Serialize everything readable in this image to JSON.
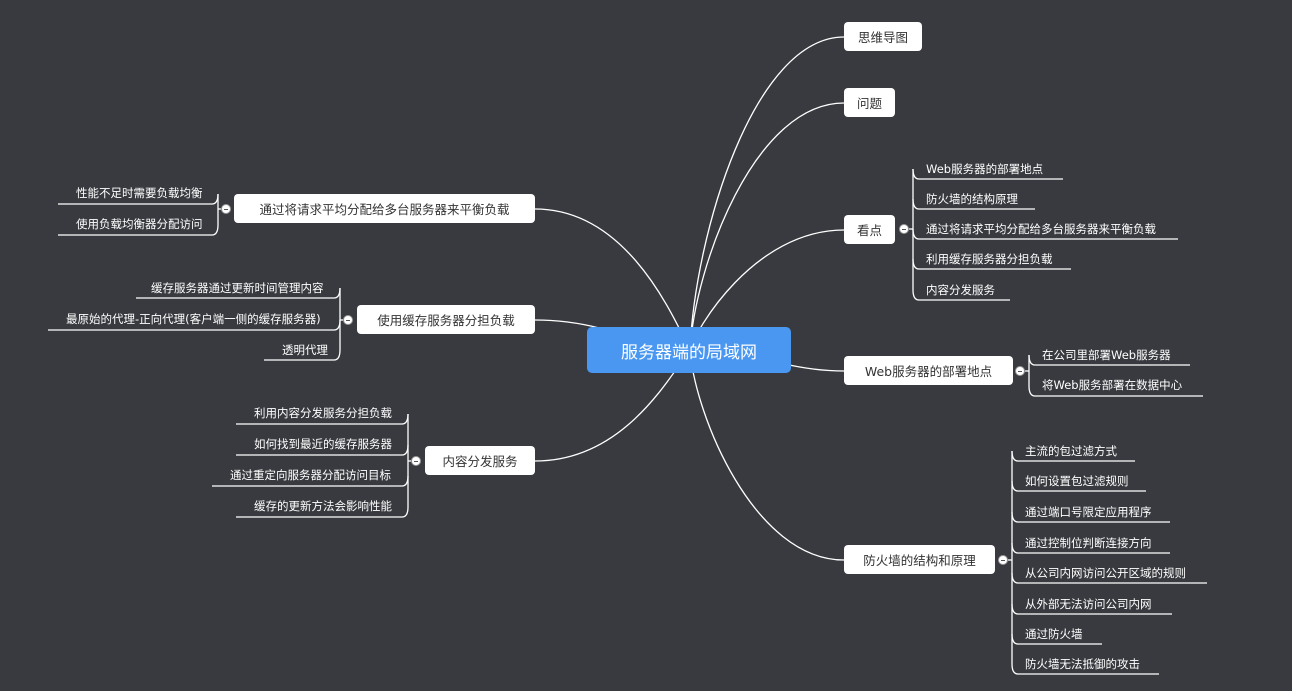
{
  "root": "服务器端的局域网",
  "right": {
    "mindmap": "思维导图",
    "question": "问题",
    "points": {
      "label": "看点",
      "items": [
        "Web服务器的部署地点",
        "防火墙的结构原理",
        "通过将请求平均分配给多台服务器来平衡负载",
        "利用缓存服务器分担负载",
        "内容分发服务"
      ]
    },
    "web": {
      "label": "Web服务器的部署地点",
      "items": [
        "在公司里部署Web服务器",
        "将Web服务部署在数据中心"
      ]
    },
    "firewall": {
      "label": "防火墙的结构和原理",
      "items": [
        "主流的包过滤方式",
        "如何设置包过滤规则",
        "通过端口号限定应用程序",
        "通过控制位判断连接方向",
        "从公司内网访问公开区域的规则",
        "从外部无法访问公司内网",
        "通过防火墙",
        "防火墙无法抵御的攻击"
      ]
    }
  },
  "left": {
    "balance": {
      "label": "通过将请求平均分配给多台服务器来平衡负载",
      "items": [
        "性能不足时需要负载均衡",
        "使用负载均衡器分配访问"
      ]
    },
    "cache": {
      "label": "使用缓存服务器分担负载",
      "items": [
        "缓存服务器通过更新时间管理内容",
        "最原始的代理-正向代理(客户端一侧的缓存服务器)",
        "透明代理"
      ]
    },
    "cdn": {
      "label": "内容分发服务",
      "items": [
        "利用内容分发服务分担负载",
        "如何找到最近的缓存服务器",
        "通过重定向服务器分配访问目标",
        "缓存的更新方法会影响性能"
      ]
    }
  },
  "colors": {
    "background": "#383a3f",
    "root": "#4a97f2",
    "node": "#ffffff",
    "line": "#ffffff"
  }
}
